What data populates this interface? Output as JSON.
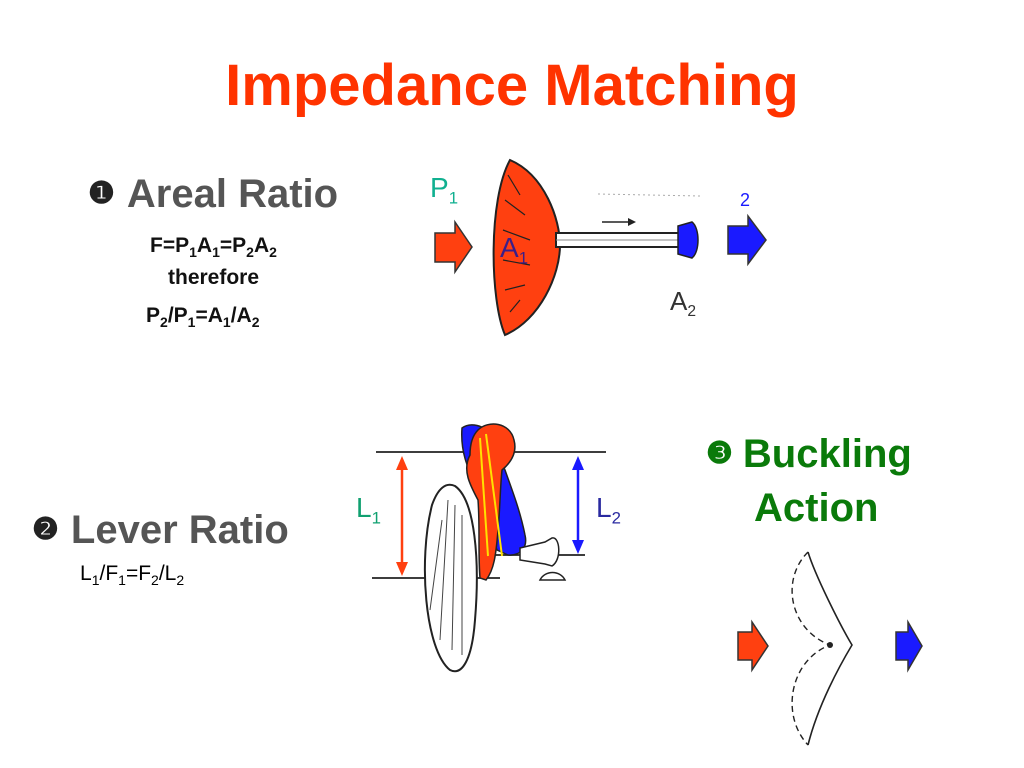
{
  "title": "Impedance Matching",
  "areal": {
    "bullet": "❶",
    "heading": "Areal Ratio",
    "eq1_parts": [
      "F=P",
      "1",
      "A",
      "1",
      "=P",
      "2",
      "A",
      "2"
    ],
    "therefore": "therefore",
    "eq2_parts": [
      "P",
      "2",
      "/P",
      "1",
      "=A",
      "1",
      "/A",
      "2"
    ],
    "labels": {
      "p1": "P",
      "p1_sub": "1",
      "a1": "A",
      "a1_sub": "1",
      "a2": "A",
      "a2_sub": "2",
      "p2_sub": "2"
    }
  },
  "lever": {
    "bullet": "❷",
    "heading": "Lever Ratio",
    "eq_parts": [
      "L",
      "1",
      "/F",
      "1",
      "=F",
      "2",
      "/L",
      "2"
    ],
    "labels": {
      "l1": "L",
      "l1_sub": "1",
      "l2": "L",
      "l2_sub": "2"
    }
  },
  "buckling": {
    "bullet": "❸",
    "heading_line1": "Buckling",
    "heading_line2": "Action"
  },
  "colors": {
    "title": "#ff3300",
    "orange": "#ff4010",
    "blue": "#1a1aff",
    "green": "#0a7a0a",
    "teal": "#10b090",
    "gray_text": "#555555"
  }
}
